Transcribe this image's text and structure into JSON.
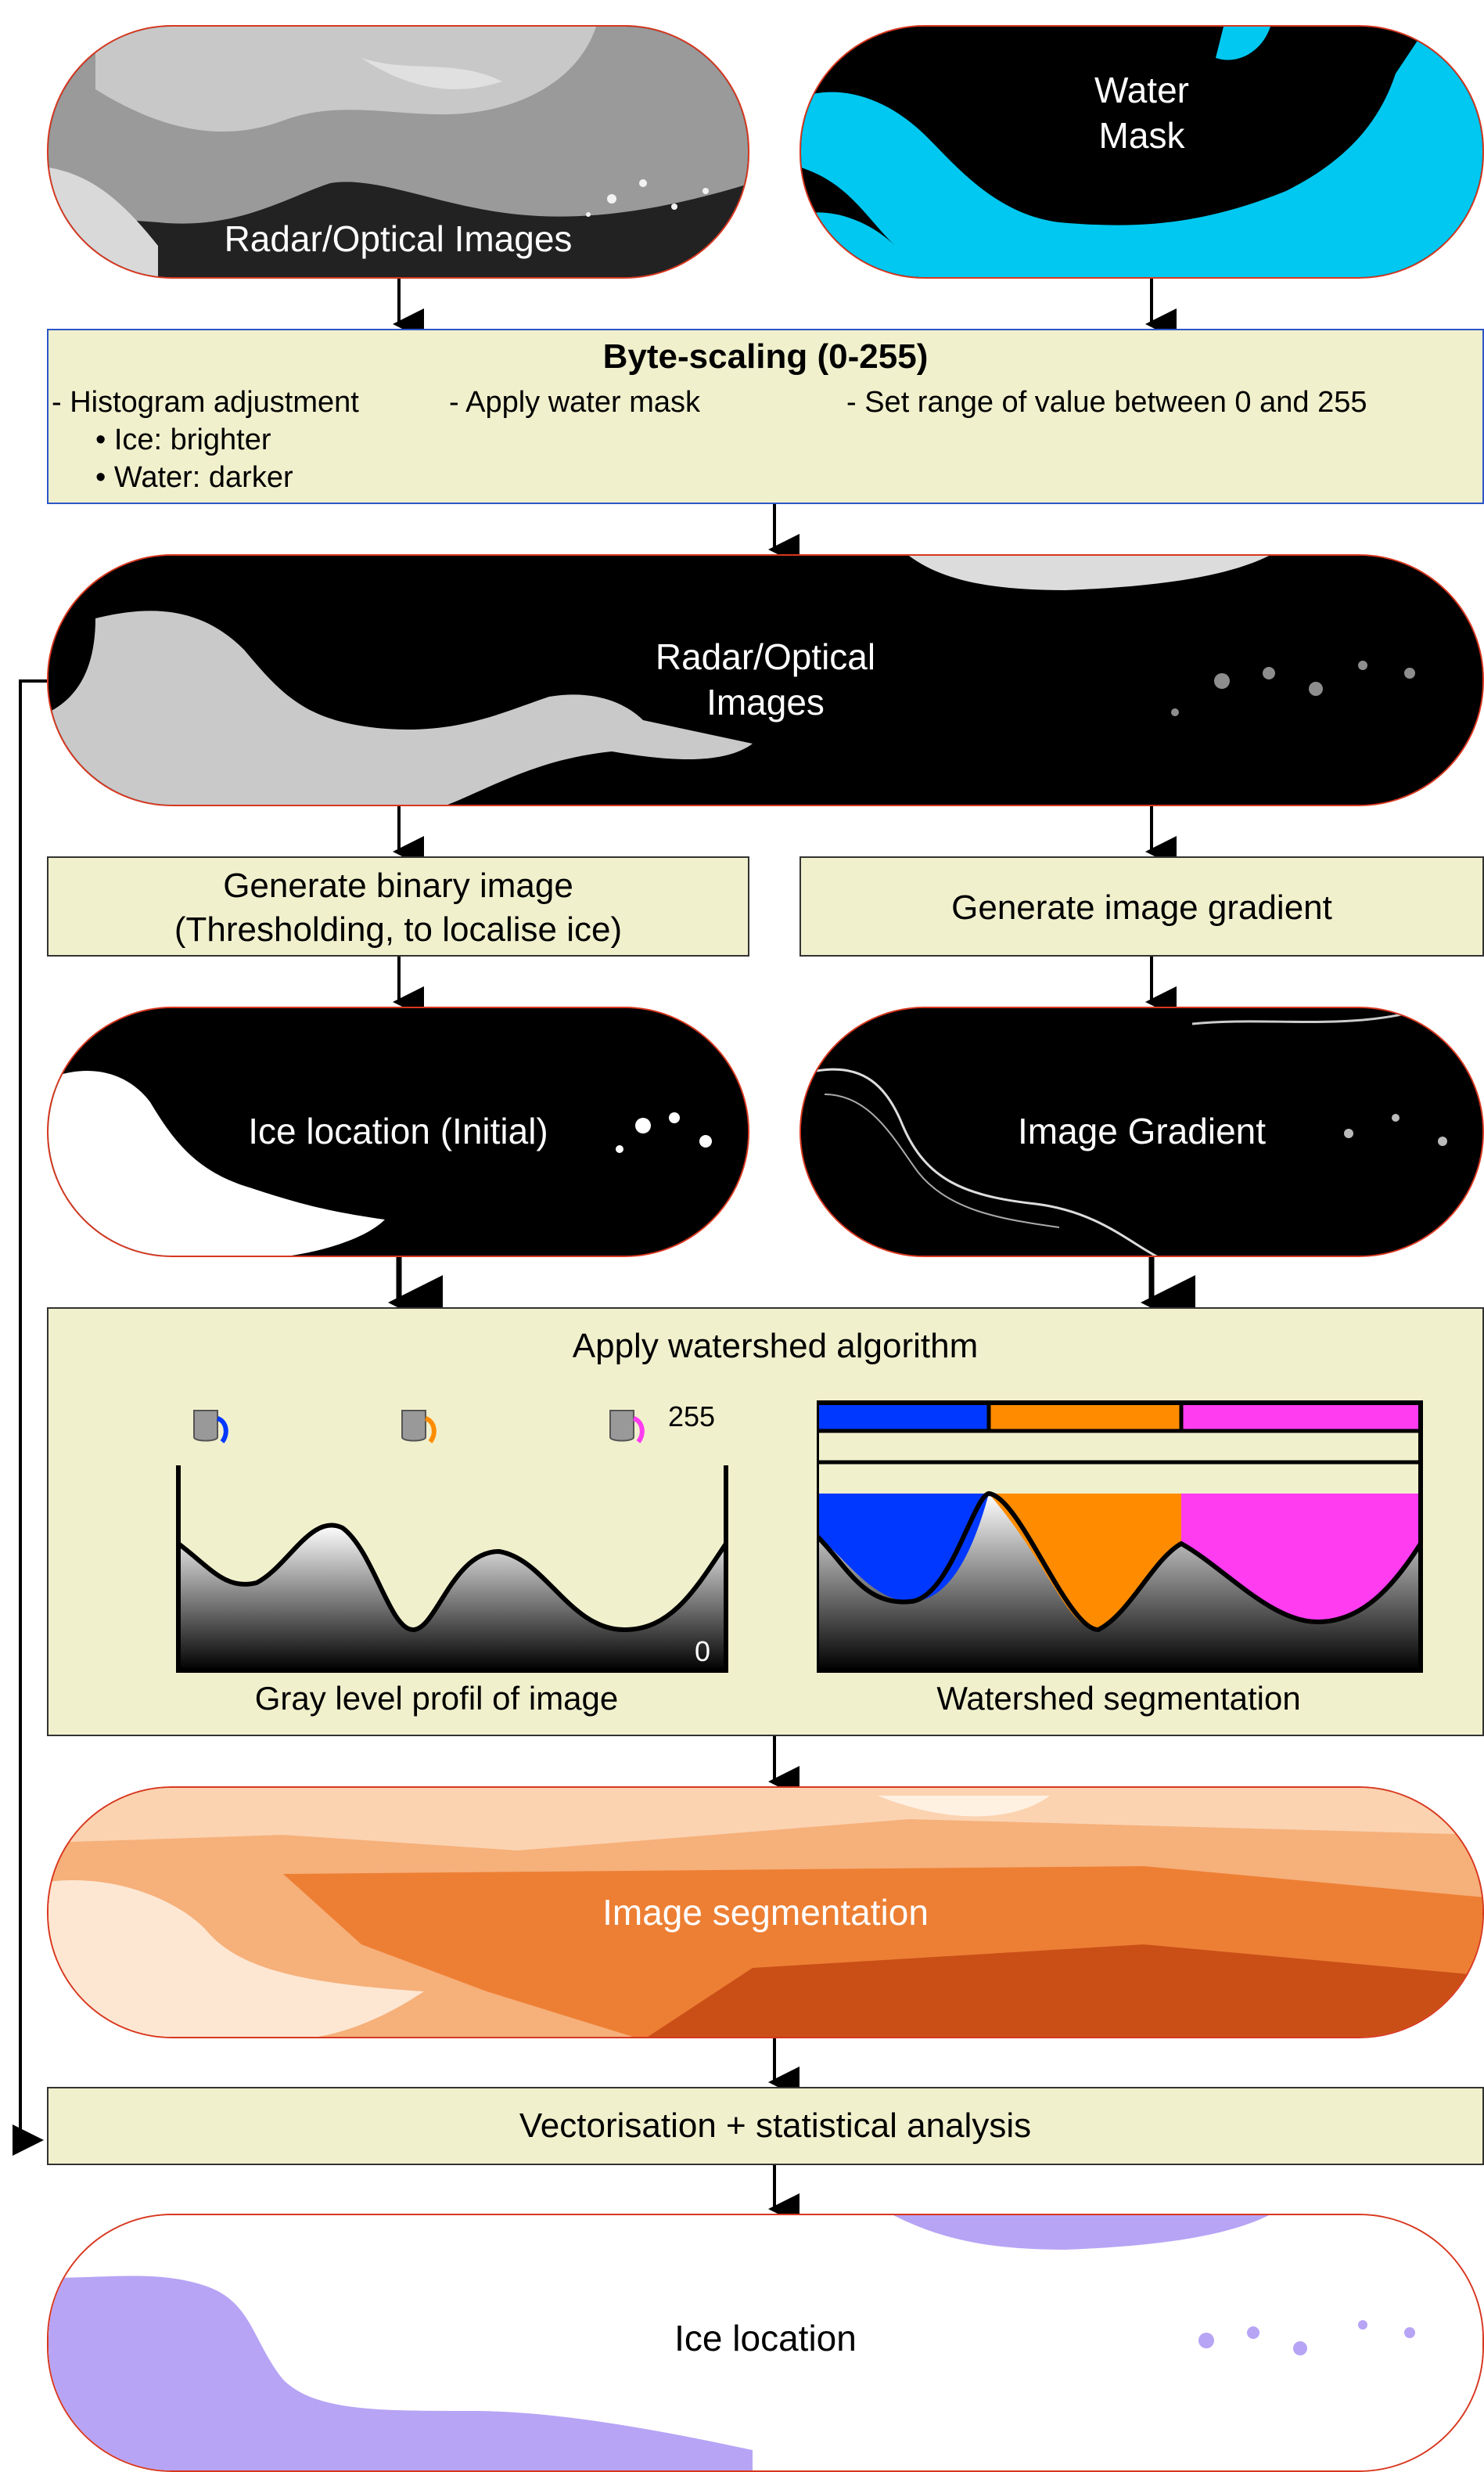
{
  "nodes": {
    "input_images": "Radar/Optical Images",
    "water_mask": "Water\nMask",
    "byte_scaling": {
      "title": "Byte-scaling (0-255)",
      "col1_head": "- Histogram adjustment",
      "col1_items": [
        "• Ice: brighter",
        "• Water: darker"
      ],
      "col2": "- Apply water mask",
      "col3": "- Set range of value between 0 and 255"
    },
    "scaled_images": "Radar/Optical\nImages",
    "binary_step": "Generate binary image\n(Thresholding, to localise ice)",
    "gradient_step": "Generate image gradient",
    "ice_initial": "Ice location (Initial)",
    "image_gradient": "Image Gradient",
    "watershed": {
      "title": "Apply watershed algorithm",
      "profile_caption": "Gray level profil of image",
      "segmentation_caption": "Watershed segmentation",
      "label_max": "255",
      "label_min": "0"
    },
    "segmentation": "Image segmentation",
    "vectorisation": "Vectorisation + statistical analysis",
    "ice_location": "Ice location"
  },
  "colors": {
    "pill_border": "#d8371f",
    "box_fill": "#f1f0cd",
    "water_cyan": "#00c8f0",
    "basin_blue": "#0038ff",
    "basin_orange": "#ff8c00",
    "basin_magenta": "#ff3cf0",
    "ice_purple": "#b7a4f5",
    "segmentation_orange": "#e36a1c"
  },
  "icons": [
    "bucket-blue-icon",
    "bucket-orange-icon",
    "bucket-magenta-icon"
  ]
}
